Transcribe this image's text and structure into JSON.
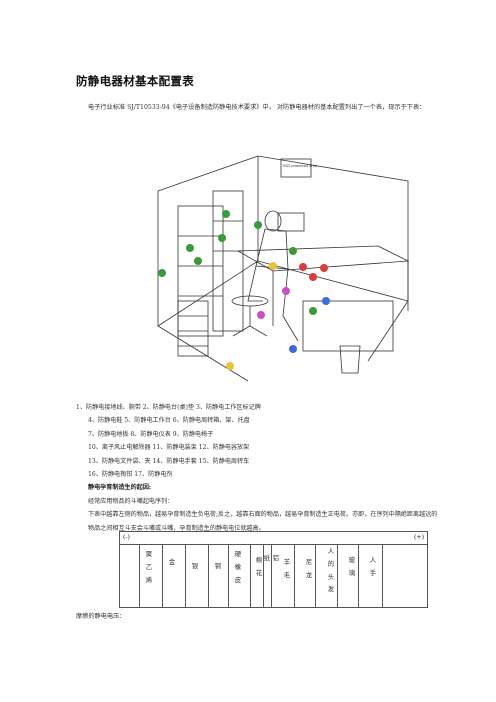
{
  "title": "防静电器材基本配置表",
  "intro": "电子行业标准 SJ/T10533-94《电子设备制造防静电技术要求》中， 对防静电器材的基本配置列出了一个表，现示于下表：",
  "illustration": {
    "sign_text": "ESD protected area"
  },
  "legend_lines": [
    "1、防静电接地线、腕带 2、防静电台(桌)垫 3、防静电工作区标记牌",
    "4、防静电鞋 5、防静电工作台 6、防静电周转箱、架、托盘",
    "7、防静电地板 8、防静电仪表 9、防静电椅子",
    "10、离子风止电解除器 11、防静电装束 12、防静电容放架",
    "13、防静电文件袋、夹 14、防静电手套 15、防静电周转车",
    "16、防静电掏钳 17、防静电剂"
  ],
  "section_heading": "静电孕育制造生的起因:",
  "section_sub": "经常应用物品的斗嘴起电序列：",
  "section_para": "下表中越靠左侧的物品，越易孕育制造生负电荷;反之，越靠右面的物品，越易孕育制造生正电荷。亦即，在序列中隔绝距离越远的物品之间相互斗支会斗嘴或斗嘴，孕育制造生的静电电位就越高。",
  "table": {
    "negative": "(-)",
    "positive": "(+)",
    "materials": [
      "聚乙烯",
      "金",
      "银",
      "铜",
      "硬橡皮",
      "棉花",
      "纸",
      "铝",
      "羊毛",
      "尼龙",
      "人的头发",
      "玻璃",
      "人手"
    ]
  },
  "footer": "摩擦的静电电压："
}
